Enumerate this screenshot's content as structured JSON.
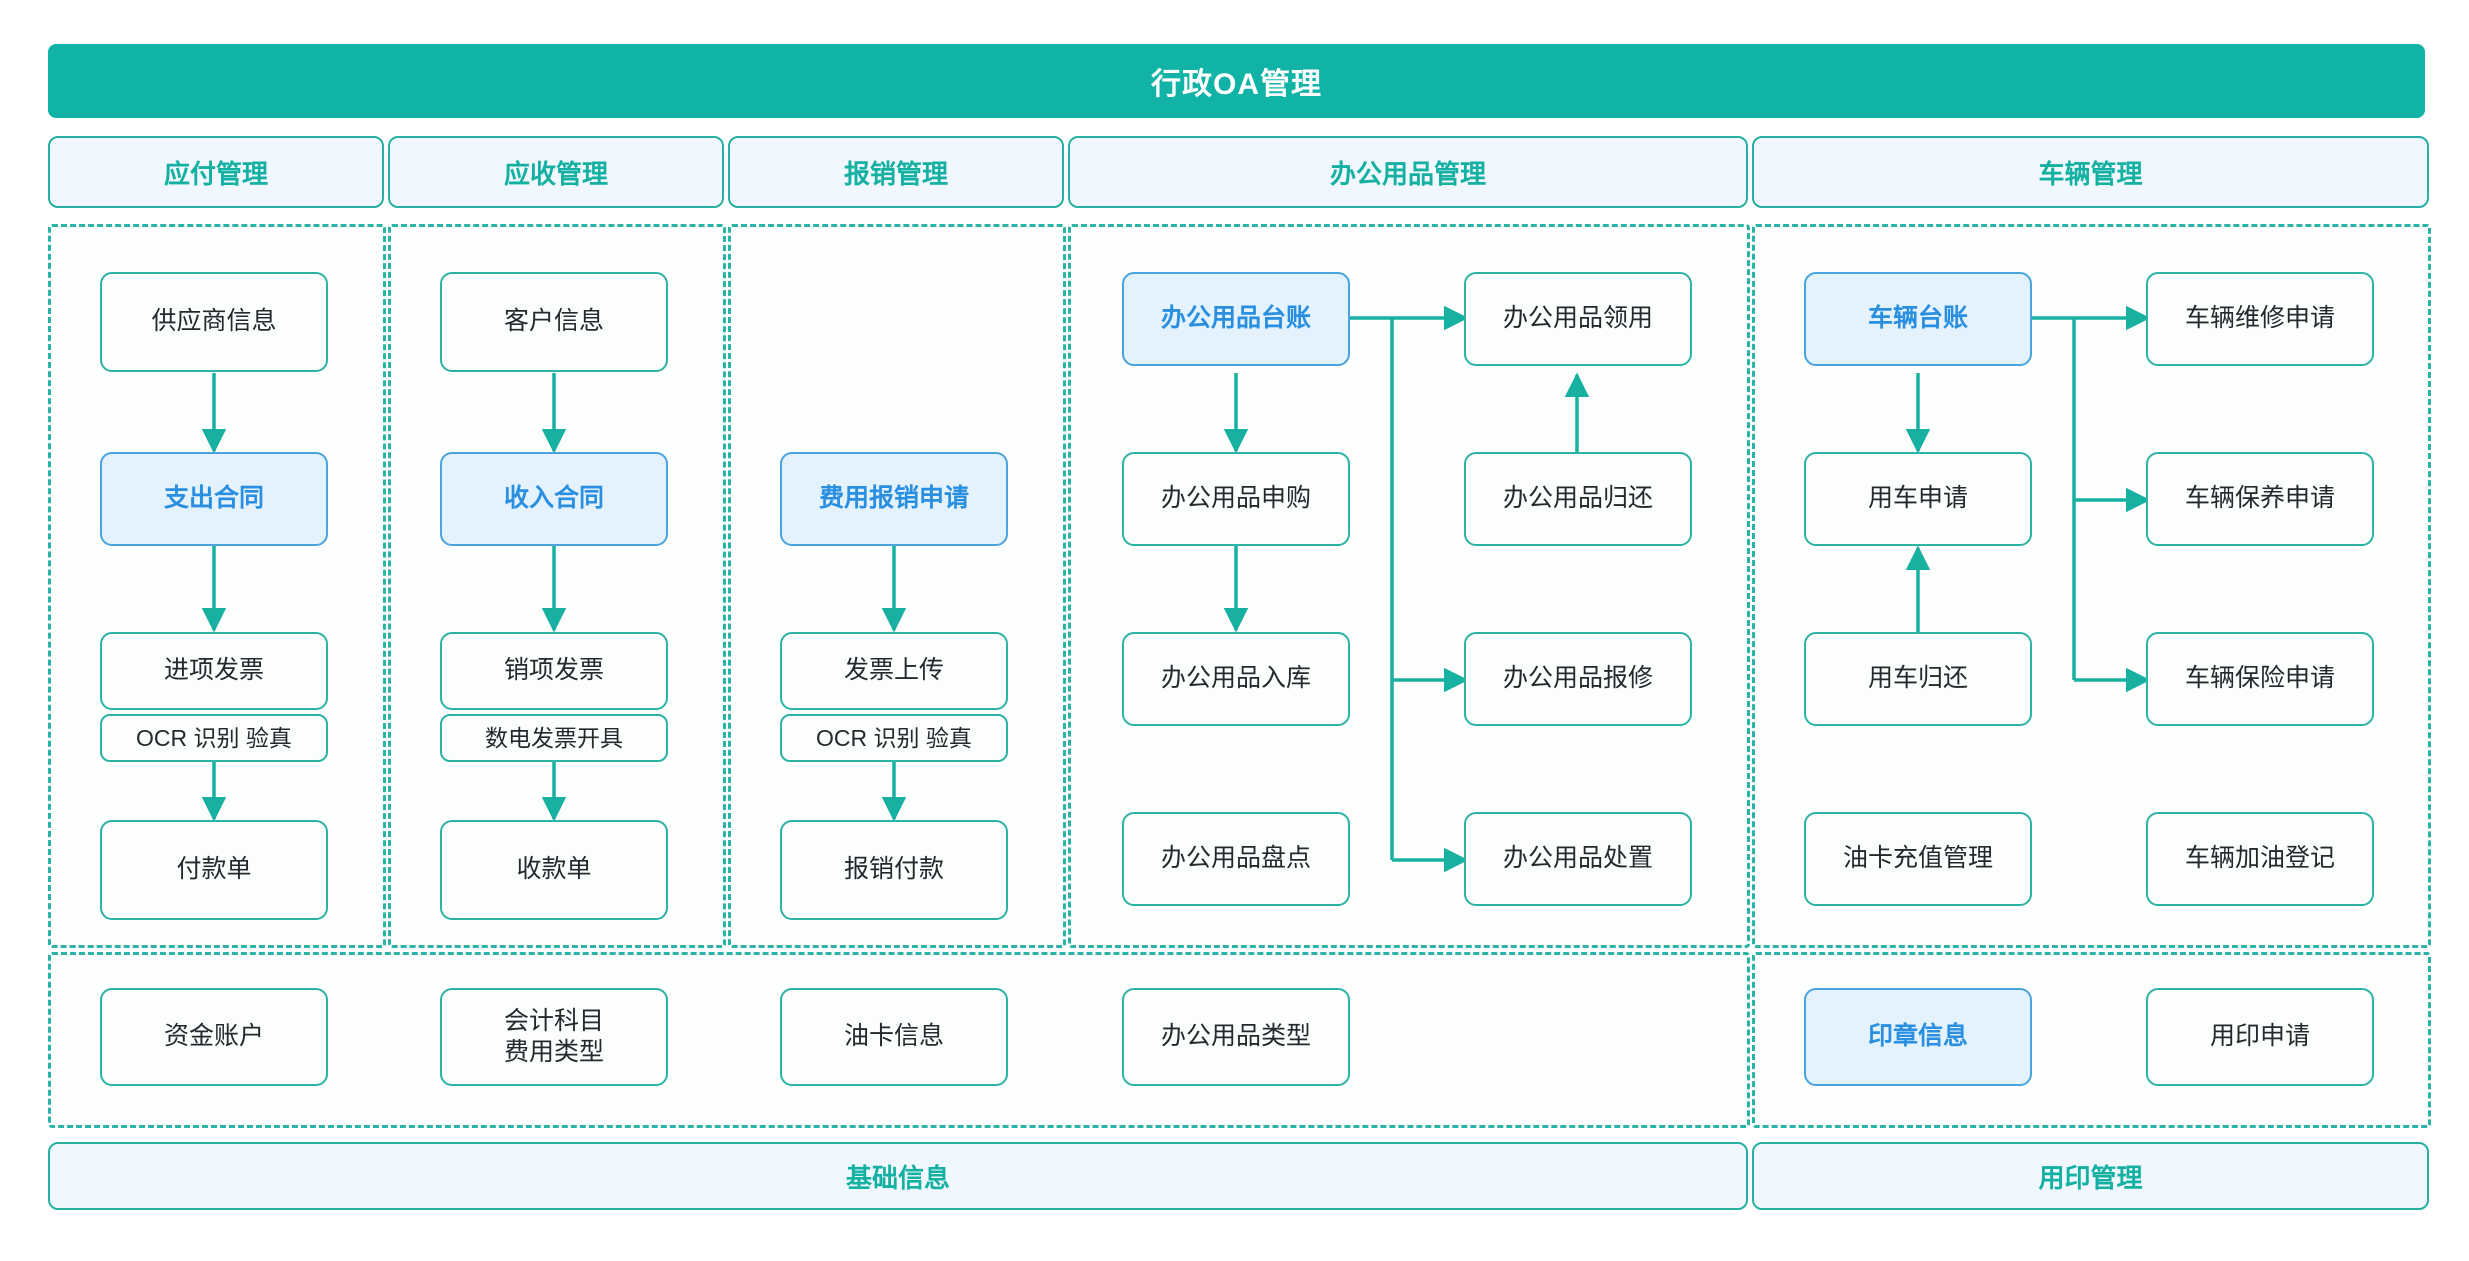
{
  "banner": {
    "title": "行政OA管理"
  },
  "sections": [
    {
      "id": "payable",
      "label": "应付管理"
    },
    {
      "id": "receivable",
      "label": "应收管理"
    },
    {
      "id": "expense",
      "label": "报销管理"
    },
    {
      "id": "supplies",
      "label": "办公用品管理"
    },
    {
      "id": "vehicle",
      "label": "车辆管理"
    }
  ],
  "nodes": {
    "payable": [
      {
        "label": "供应商信息",
        "style": "plain"
      },
      {
        "label": "支出合同",
        "style": "blue"
      },
      {
        "label": "进项发票",
        "style": "plain"
      },
      {
        "label": "OCR 识别 验真",
        "style": "sub"
      },
      {
        "label": "付款单",
        "style": "plain"
      }
    ],
    "receivable": [
      {
        "label": "客户信息",
        "style": "plain"
      },
      {
        "label": "收入合同",
        "style": "blue"
      },
      {
        "label": "销项发票",
        "style": "plain"
      },
      {
        "label": "数电发票开具",
        "style": "sub"
      },
      {
        "label": "收款单",
        "style": "plain"
      }
    ],
    "expense": [
      {
        "label": "费用报销申请",
        "style": "blue"
      },
      {
        "label": "发票上传",
        "style": "plain"
      },
      {
        "label": "OCR 识别 验真",
        "style": "sub"
      },
      {
        "label": "报销付款",
        "style": "plain"
      }
    ],
    "supplies": [
      {
        "label": "办公用品台账",
        "style": "blue"
      },
      {
        "label": "办公用品申购",
        "style": "plain"
      },
      {
        "label": "办公用品入库",
        "style": "plain"
      },
      {
        "label": "办公用品盘点",
        "style": "plain"
      },
      {
        "label": "办公用品领用",
        "style": "plain"
      },
      {
        "label": "办公用品归还",
        "style": "plain"
      },
      {
        "label": "办公用品报修",
        "style": "plain"
      },
      {
        "label": "办公用品处置",
        "style": "plain"
      }
    ],
    "vehicle": [
      {
        "label": "车辆台账",
        "style": "blue"
      },
      {
        "label": "用车申请",
        "style": "plain"
      },
      {
        "label": "用车归还",
        "style": "plain"
      },
      {
        "label": "油卡充值管理",
        "style": "plain"
      },
      {
        "label": "车辆维修申请",
        "style": "plain"
      },
      {
        "label": "车辆保养申请",
        "style": "plain"
      },
      {
        "label": "车辆保险申请",
        "style": "plain"
      },
      {
        "label": "车辆加油登记",
        "style": "plain"
      }
    ]
  },
  "basic_row": {
    "items": [
      {
        "label": "资金账户",
        "style": "plain"
      },
      {
        "label": "会计科目\n费用类型",
        "style": "plain"
      },
      {
        "label": "油卡信息",
        "style": "plain"
      },
      {
        "label": "办公用品类型",
        "style": "plain"
      }
    ],
    "footer_label": "基础信息"
  },
  "seal_row": {
    "items": [
      {
        "label": "印章信息",
        "style": "blue"
      },
      {
        "label": "用印申请",
        "style": "plain"
      }
    ],
    "footer_label": "用印管理"
  },
  "colors": {
    "teal": "#11b3a6",
    "teal_border": "#2bb3a4",
    "blue_fill": "#e3f2fd",
    "blue_border": "#4aa3dd",
    "blue_text": "#2a8fe0",
    "pill_fill": "#f1f7fe",
    "node_text": "#222a2e"
  }
}
